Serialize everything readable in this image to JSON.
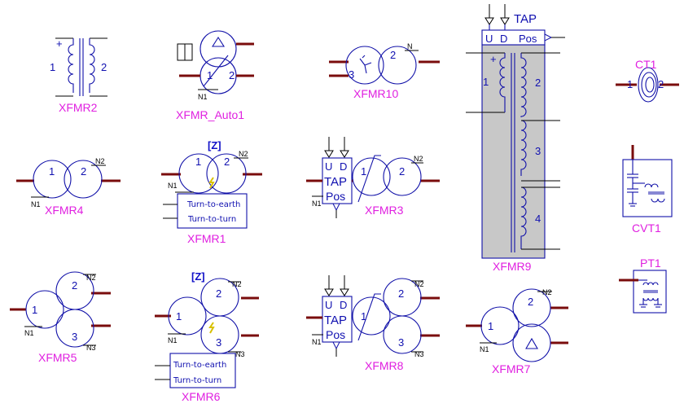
{
  "colors": {
    "symbol": "#1010a8",
    "label": "#e020e0",
    "lead": "#7a0c0c",
    "xfmr9_fill": "#c8c8c8"
  },
  "components": {
    "xfmr2": {
      "name": "XFMR2",
      "pin1": "1",
      "pin2": "2",
      "polarity": "+"
    },
    "xfmr_auto1": {
      "name": "XFMR_Auto1",
      "pin1": "1",
      "pin2": "2",
      "neutral": "N1"
    },
    "xfmr10": {
      "name": "XFMR10",
      "pin2": "2",
      "pin3": "3",
      "neutral": "N"
    },
    "xfmr9": {
      "name": "XFMR9",
      "tap": "TAP",
      "u": "U",
      "d": "D",
      "pos": "Pos",
      "polarity": "+",
      "pin1": "1",
      "pin2": "2",
      "pin3": "3",
      "pin4": "4"
    },
    "ct1": {
      "name": "CT1",
      "pin1": "1",
      "pin2": "2"
    },
    "xfmr4": {
      "name": "XFMR4",
      "pin1": "1",
      "pin2": "2",
      "n1": "N1",
      "n2": "N2"
    },
    "xfmr1": {
      "name": "XFMR1",
      "tag": "[Z]",
      "pin1": "1",
      "pin2": "2",
      "n1": "N1",
      "n2": "N2",
      "fault1": "Turn-to-earth",
      "fault2": "Turn-to-turn"
    },
    "xfmr3": {
      "name": "XFMR3",
      "u": "U",
      "d": "D",
      "tap": "TAP",
      "pos": "Pos",
      "pin1": "1",
      "pin2": "2",
      "n1": "N1",
      "n2": "N2"
    },
    "cvt1": {
      "name": "CVT1"
    },
    "xfmr5": {
      "name": "XFMR5",
      "pin1": "1",
      "pin2": "2",
      "pin3": "3",
      "n1": "N1",
      "n2": "N2",
      "n3": "N3"
    },
    "xfmr6": {
      "name": "XFMR6",
      "tag": "[Z]",
      "pin1": "1",
      "pin2": "2",
      "pin3": "3",
      "n1": "N1",
      "n2": "N2",
      "n3": "N3",
      "fault1": "Turn-to-earth",
      "fault2": "Turn-to-turn"
    },
    "xfmr8": {
      "name": "XFMR8",
      "u": "U",
      "d": "D",
      "tap": "TAP",
      "pos": "Pos",
      "pin1": "1",
      "pin2": "2",
      "pin3": "3",
      "n1": "N1",
      "n2": "N2",
      "n3": "N3"
    },
    "xfmr7": {
      "name": "XFMR7",
      "pin1": "1",
      "pin2": "2",
      "n1": "N1",
      "n2": "N2"
    },
    "pt1": {
      "name": "PT1"
    }
  }
}
